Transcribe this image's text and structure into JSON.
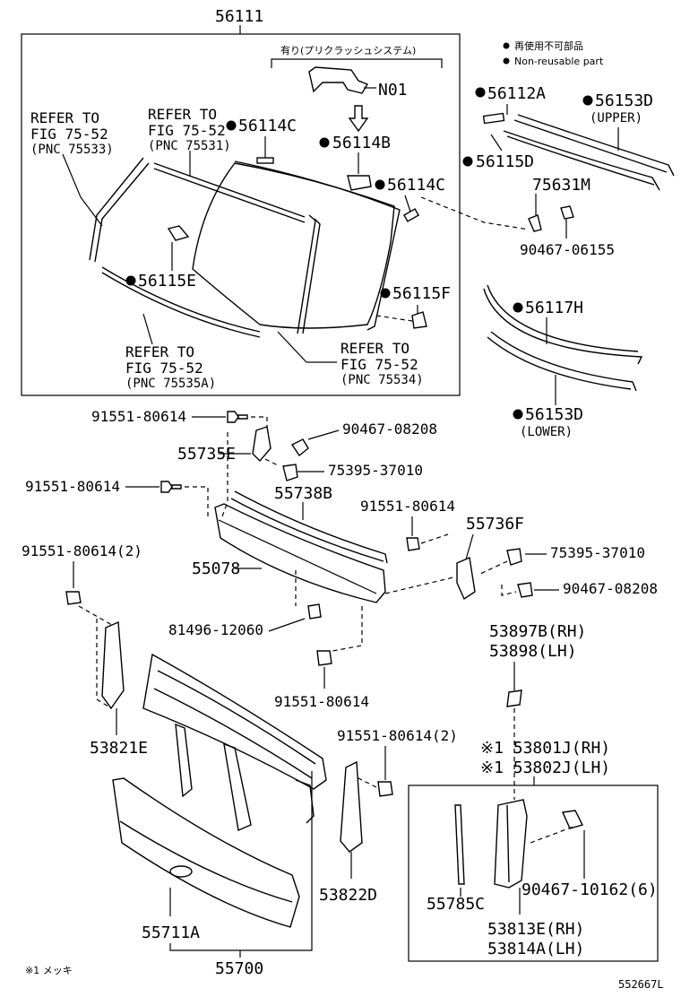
{
  "legend": {
    "line1": "再使用不可部品",
    "line2": "Non-reusable part"
  },
  "kit_note": "有り(プリクラッシュシステム)",
  "footnote": "※1 メッキ",
  "figure_id": "552667L",
  "refer": [
    {
      "l1": "REFER TO",
      "l2": "FIG 75-52",
      "l3": "(PNC 75533)"
    },
    {
      "l1": "REFER TO",
      "l2": "FIG 75-52",
      "l3": "(PNC 75531)"
    },
    {
      "l1": "REFER TO",
      "l2": "FIG 75-52",
      "l3": "(PNC 75535A)"
    },
    {
      "l1": "REFER TO",
      "l2": "FIG 75-52",
      "l3": "(PNC 75534)"
    }
  ],
  "labels": {
    "p56111": "56111",
    "pN01": "N01",
    "p56114C_a": "56114C",
    "p56114B": "56114B",
    "p56114C_b": "56114C",
    "p56115E": "56115E",
    "p56115F": "56115F",
    "p56112A": "56112A",
    "p56153D_u": "56153D",
    "upper": "(UPPER)",
    "p56115D": "56115D",
    "p75631M": "75631M",
    "p90467_06155": "90467-06155",
    "p56117H": "56117H",
    "p56153D_l": "56153D",
    "lower": "(LOWER)",
    "p91551_a": "91551-80614",
    "p90467_08208_a": "90467-08208",
    "p55735E": "55735E",
    "p75395_a": "75395-37010",
    "p91551_b": "91551-80614",
    "p55738B": "55738B",
    "p91551_c": "91551-80614",
    "p55736F": "55736F",
    "p91551_2a": "91551-80614(2)",
    "p75395_b": "75395-37010",
    "p55078": "55078",
    "p90467_08208_b": "90467-08208",
    "p81496": "81496-12060",
    "p53897B": "53897B(RH)",
    "p53898": "53898(LH)",
    "p91551_d": "91551-80614",
    "p53821E": "53821E",
    "p91551_2b": "91551-80614(2)",
    "p53801J": "※1 53801J(RH)",
    "p53802J": "※1 53802J(LH)",
    "p53822D": "53822D",
    "p90467_10162": "90467-10162(6)",
    "p55785C": "55785C",
    "p53813E": "53813E(RH)",
    "p53814A": "53814A(LH)",
    "p55711A": "55711A",
    "p55700": "55700"
  }
}
